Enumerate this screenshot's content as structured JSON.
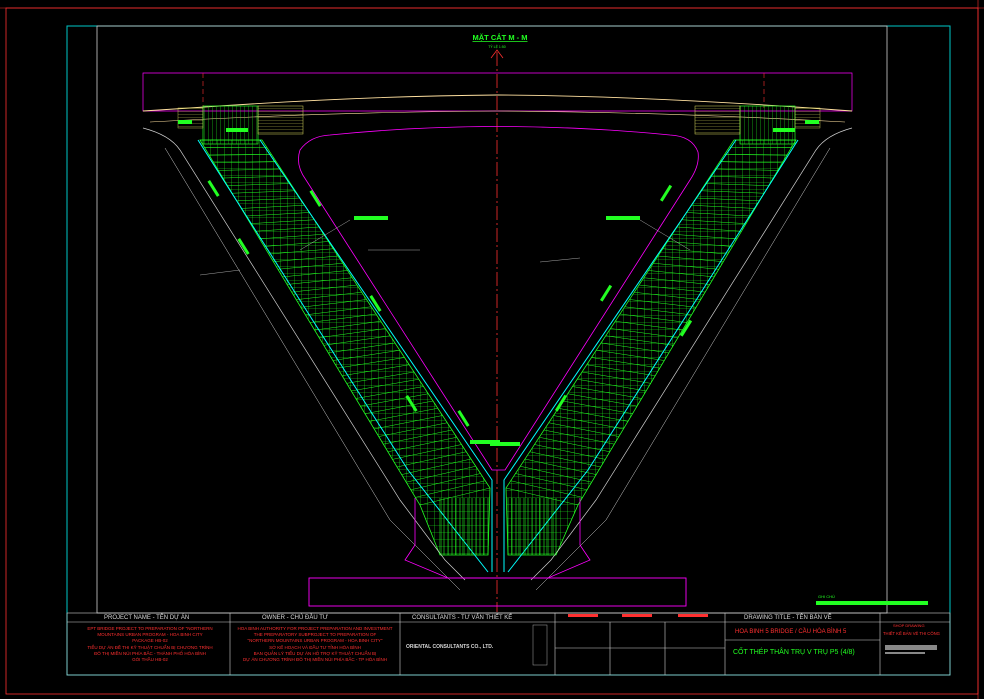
{
  "drawing": {
    "section_title": "MẶT CẮT M - M",
    "scale_label": "TỶ LỆ 1:50"
  },
  "title_block": {
    "project_header": "PROJECT NAME - TÊN DỰ ÁN",
    "owner_header": "OWNER - CHỦ ĐẦU TƯ",
    "consultant_header": "CONSULTANTS - TƯ VẤN THIẾT KẾ",
    "drawing_title_header": "DRAWING TITLE - TÊN BẢN VẼ",
    "project_lines": [
      "EPT BRIDGE PROJECT TO PREPARATION OF \"NORTHERN",
      "MOUNTAINS URBAN PROGRAM - HOA BINH CITY",
      "PACKAGE HB-02",
      "TIỂU DỰ ÁN ĐỀ THI KỸ THUẬT CHUẨN BỊ CHƯƠNG TRÌNH",
      "ĐÔ THỊ MIỀN NÚI PHÍA BẮC - THÀNH PHỐ HÒA BÌNH",
      "GÓI THẦU HB-02"
    ],
    "owner_lines": [
      "HOA BINH AUTHORITY FOR PROJECT PREPARATION AND INVESTMENT",
      "THE PREPARATORY SUBPROJECT TO PREPARATION OF",
      "\"NORTHERN MOUNTAINS URBAN PROGRAM - HOA BINH CITY\"",
      "SỞ KẾ HOẠCH VÀ ĐẦU TƯ TỈNH HÒA BÌNH",
      "BAN QUẢN LÝ TIỂU DỰ ÁN HỖ TRỢ KỸ THUẬT CHUẨN BỊ",
      "DỰ ÁN CHƯƠNG TRÌNH ĐÔ THỊ MIỀN NÚI PHÍA BẮC - TP HÒA BÌNH"
    ],
    "consultant_name": "ORIENTAL CONSULTANTS CO., LTD.",
    "drawing_subtitle": "HOA BINH 5 BRIDGE / CẦU HÒA BÌNH 5",
    "drawing_title": "CỐT THÉP THÂN TRỤ V TRỤ P5 (4/8)",
    "shop_drawing_label": "SHOP DRAWING",
    "shop_drawing_note": "THIẾT KẾ BẢN VẼ THI CÔNG",
    "note_label": "GHI CHÚ"
  },
  "colors": {
    "rebar": "#22ff22",
    "outline": "#ff00ff",
    "frame": "#00c8c8",
    "axis": "#ff3030",
    "dimension": "#d0d0d0",
    "deck_top": "#ffe0a0",
    "inner_face": "#00ffff"
  }
}
